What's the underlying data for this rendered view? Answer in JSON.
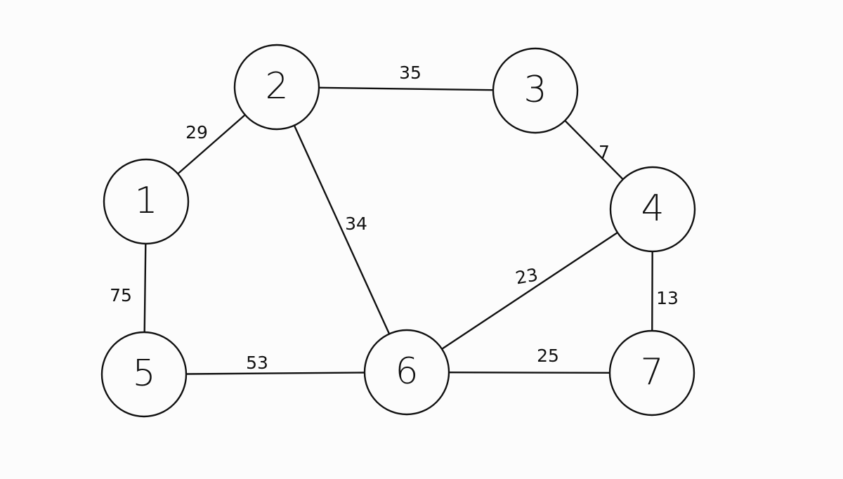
{
  "graph": {
    "nodes": [
      {
        "id": "1",
        "label": "1"
      },
      {
        "id": "2",
        "label": "2"
      },
      {
        "id": "3",
        "label": "3"
      },
      {
        "id": "4",
        "label": "4"
      },
      {
        "id": "5",
        "label": "5"
      },
      {
        "id": "6",
        "label": "6"
      },
      {
        "id": "7",
        "label": "7"
      }
    ],
    "edges": [
      {
        "from": "1",
        "to": "2",
        "weight": "29"
      },
      {
        "from": "2",
        "to": "3",
        "weight": "35"
      },
      {
        "from": "2",
        "to": "6",
        "weight": "34"
      },
      {
        "from": "3",
        "to": "4",
        "weight": "7"
      },
      {
        "from": "1",
        "to": "5",
        "weight": "75"
      },
      {
        "from": "5",
        "to": "6",
        "weight": "53"
      },
      {
        "from": "6",
        "to": "4",
        "weight": "23"
      },
      {
        "from": "6",
        "to": "7",
        "weight": "25"
      },
      {
        "from": "4",
        "to": "7",
        "weight": "13"
      }
    ]
  },
  "colors": {
    "stroke": "#111111",
    "background": "#fcfcfc"
  }
}
